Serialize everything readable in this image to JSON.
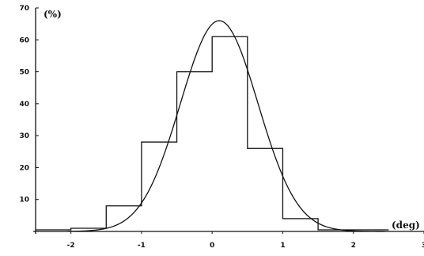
{
  "chart_data": {
    "type": "bar",
    "units": {
      "y": "(%)",
      "x": "(deg)"
    },
    "xlim": [
      -2.5,
      3
    ],
    "ylim": [
      0,
      70
    ],
    "x_ticks": [
      {
        "value": -2,
        "label": "-2"
      },
      {
        "value": -1,
        "label": "-1"
      },
      {
        "value": 0,
        "label": "0"
      },
      {
        "value": 1,
        "label": "1"
      },
      {
        "value": 2,
        "label": "2"
      },
      {
        "value": 3,
        "label": "3"
      }
    ],
    "y_ticks": [
      {
        "value": 10,
        "label": "10"
      },
      {
        "value": 20,
        "label": "20"
      },
      {
        "value": 30,
        "label": "30"
      },
      {
        "value": 40,
        "label": "40"
      },
      {
        "value": 50,
        "label": "50"
      },
      {
        "value": 60,
        "label": "60"
      },
      {
        "value": 70,
        "label": "70"
      }
    ],
    "histogram": {
      "bin_edges": [
        -2.5,
        -2.0,
        -1.5,
        -1.0,
        -0.5,
        0.0,
        0.5,
        1.0,
        1.5,
        2.0,
        2.5
      ],
      "values": [
        0.5,
        1,
        8,
        28,
        50,
        61,
        26,
        4,
        0.5,
        0.5
      ]
    },
    "fitted_curve": {
      "shape": "gaussian",
      "peak": 66,
      "center": 0.1,
      "sigma": 0.55
    }
  }
}
